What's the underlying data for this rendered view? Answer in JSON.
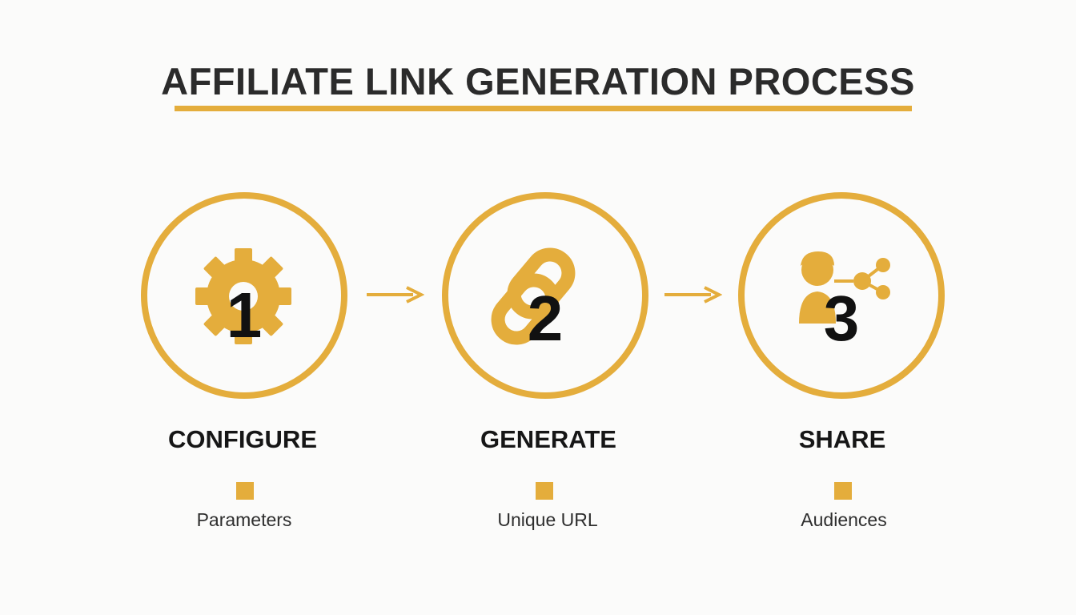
{
  "title": "AFFILIATE LINK GENERATION PROCESS",
  "colors": {
    "accent": "#e4ad3c",
    "text_dark": "#161616",
    "background": "#fbfbfa"
  },
  "steps": [
    {
      "number": "1",
      "icon": "gear-icon",
      "label": "CONFIGURE",
      "description": "Parameters"
    },
    {
      "number": "2",
      "icon": "chain-link-icon",
      "label": "GENERATE",
      "description": "Unique URL"
    },
    {
      "number": "3",
      "icon": "person-share-icon",
      "label": "SHARE",
      "description": "Audiences"
    }
  ]
}
